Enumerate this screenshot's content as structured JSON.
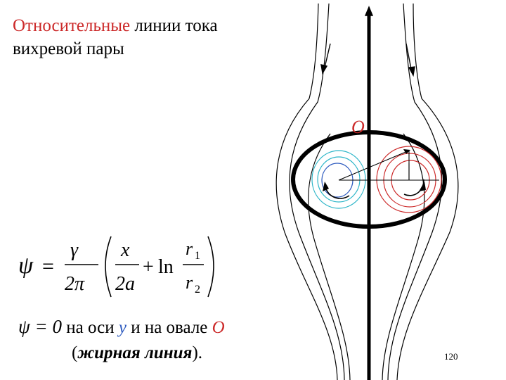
{
  "title": {
    "part1": "Относительные",
    "part2": " линии тока",
    "line2": "вихревой пары"
  },
  "formula": {
    "lhs": "ψ",
    "eq": "=",
    "gamma": "γ",
    "two_pi": "2π",
    "x": "x",
    "two_a": "2a",
    "plus": "+",
    "ln": "ln",
    "r1": "r",
    "r1_sub": "1",
    "r2": "r",
    "r2_sub": "2"
  },
  "note": {
    "psi_zero": "ψ = 0",
    "text1": " на оси ",
    "y": "y",
    "text2": " и на овале ",
    "O": "O",
    "line2_open": "(",
    "bold_text": "жирная линия",
    "line2_close": ")."
  },
  "diagram": {
    "oval_label": "O"
  },
  "page_number": "120",
  "colors": {
    "red": "#cc2a2a",
    "blue": "#2e5bbf",
    "cyan": "#2bb5c8",
    "black": "#000000"
  }
}
